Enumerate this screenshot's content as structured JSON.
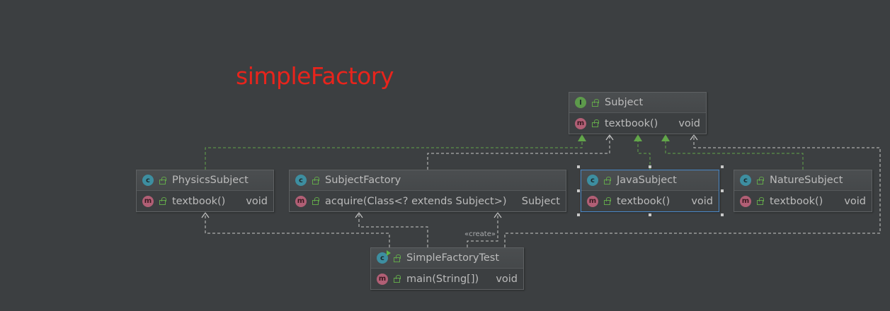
{
  "diagram_title": "simpleFactory",
  "relation_label": "«create»",
  "colors": {
    "background": "#3c3f41",
    "title": "#e8241c",
    "text": "#bbbbbb",
    "implements_arrow": "#62a64a",
    "dependency_arrow": "#c8c8c8",
    "selection": "#4a88c7"
  },
  "nodes": {
    "subject": {
      "kind": "interface",
      "kind_icon": "interface-icon",
      "name": "Subject",
      "members": [
        {
          "icon": "method-icon",
          "name": "textbook()",
          "type": "void"
        }
      ]
    },
    "physics": {
      "kind": "class",
      "kind_icon": "class-icon",
      "name": "PhysicsSubject",
      "members": [
        {
          "icon": "method-icon",
          "name": "textbook()",
          "type": "void"
        }
      ]
    },
    "factory": {
      "kind": "class",
      "kind_icon": "class-icon",
      "name": "SubjectFactory",
      "members": [
        {
          "icon": "method-icon",
          "name": "acquire(Class<? extends Subject>)",
          "type": "Subject"
        }
      ]
    },
    "java": {
      "kind": "class",
      "kind_icon": "class-icon",
      "name": "JavaSubject",
      "selected": true,
      "members": [
        {
          "icon": "method-icon",
          "name": "textbook()",
          "type": "void"
        }
      ]
    },
    "nature": {
      "kind": "class",
      "kind_icon": "class-icon",
      "name": "NatureSubject",
      "members": [
        {
          "icon": "method-icon",
          "name": "textbook()",
          "type": "void"
        }
      ]
    },
    "test": {
      "kind": "class",
      "kind_icon": "runnable-class-icon",
      "name": "SimpleFactoryTest",
      "members": [
        {
          "icon": "method-icon",
          "name": "main(String[])",
          "type": "void"
        }
      ]
    }
  },
  "edges": [
    {
      "from": "PhysicsSubject",
      "to": "Subject",
      "type": "implements"
    },
    {
      "from": "JavaSubject",
      "to": "Subject",
      "type": "implements"
    },
    {
      "from": "NatureSubject",
      "to": "Subject",
      "type": "implements"
    },
    {
      "from": "SubjectFactory",
      "to": "Subject",
      "type": "dependency"
    },
    {
      "from": "SimpleFactoryTest",
      "to": "Subject",
      "type": "dependency"
    },
    {
      "from": "SimpleFactoryTest",
      "to": "PhysicsSubject",
      "type": "dependency"
    },
    {
      "from": "SimpleFactoryTest",
      "to": "SubjectFactory",
      "type": "dependency"
    },
    {
      "from": "SimpleFactoryTest",
      "to": "SubjectFactory",
      "type": "create",
      "label": "«create»"
    }
  ]
}
